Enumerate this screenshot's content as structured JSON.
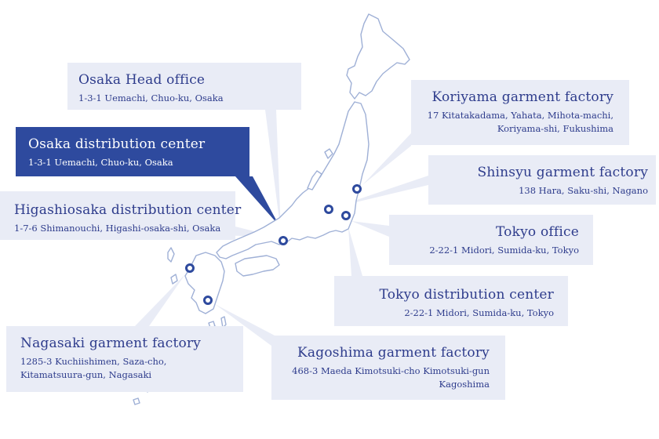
{
  "locations": [
    {
      "id": "osaka-head-office",
      "name": "Osaka Head office",
      "address": [
        "1-3-1 Uemachi, Chuo-ku, Osaka"
      ],
      "active": false
    },
    {
      "id": "osaka-distribution-center",
      "name": "Osaka distribution center",
      "address": [
        "1-3-1 Uemachi, Chuo-ku, Osaka"
      ],
      "active": true
    },
    {
      "id": "higashiosaka-distribution-center",
      "name": "Higashiosaka distribution center",
      "address": [
        "1-7-6 Shimanouchi, Higashi-osaka-shi, Osaka"
      ],
      "active": false
    },
    {
      "id": "nagasaki-garment-factory",
      "name": "Nagasaki garment factory",
      "address": [
        "1285-3 Kuchiishimen, Saza-cho,",
        "Kitamatsuura-gun, Nagasaki"
      ],
      "active": false
    },
    {
      "id": "kagoshima-garment-factory",
      "name": "Kagoshima garment factory",
      "address": [
        "468-3 Maeda Kimotsuki-cho Kimotsuki-gun",
        "Kagoshima"
      ],
      "active": false
    },
    {
      "id": "koriyama-garment-factory",
      "name": "Koriyama garment factory",
      "address": [
        "17 Kitatakadama, Yahata, Mihota-machi,",
        "Koriyama-shi, Fukushima"
      ],
      "active": false
    },
    {
      "id": "shinsyu-garment-factory",
      "name": "Shinsyu garment factory",
      "address": [
        "138 Hara, Saku-shi, Nagano"
      ],
      "active": false
    },
    {
      "id": "tokyo-office",
      "name": "Tokyo office",
      "address": [
        "2-22-1 Midori, Sumida-ku, Tokyo"
      ],
      "active": false
    },
    {
      "id": "tokyo-distribution-center",
      "name": "Tokyo distribution center",
      "address": [
        "2-22-1 Midori, Sumida-ku, Tokyo"
      ],
      "active": false
    }
  ],
  "colors": {
    "accent": "#2e4a9e",
    "panel": "#e9ecf6",
    "text": "#2e3c8c",
    "coast": "#9fb0d6"
  }
}
